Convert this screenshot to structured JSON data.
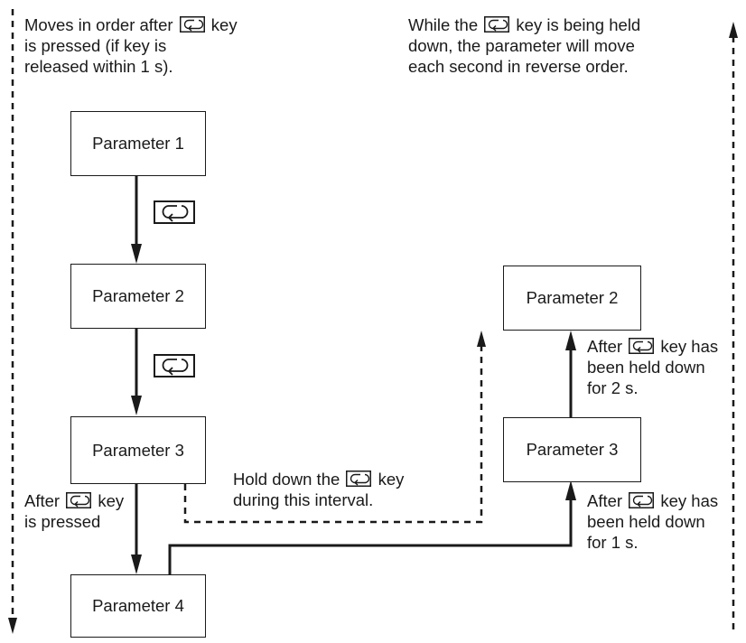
{
  "notes": {
    "forward_line1_pre": "Moves in order after",
    "forward_line1_post": "key",
    "forward_line2": "is pressed (if key is",
    "forward_line3": "released within 1 s).",
    "reverse_line1_pre": "While the",
    "reverse_line1_post": "key is being held",
    "reverse_line2": "down, the parameter will move",
    "reverse_line3": "each second in reverse order.",
    "hold_line1_pre": "Hold down the",
    "hold_line1_post": "key",
    "hold_line2": "during this interval.",
    "after_press_line1_pre": "After",
    "after_press_line1_post": "key",
    "after_press_line2": "is pressed",
    "after_2s_line1_pre": "After",
    "after_2s_line1_post": "key has",
    "after_2s_line2": "been held down",
    "after_2s_line3": "for 2 s.",
    "after_1s_line1_pre": "After",
    "after_1s_line1_post": "key has",
    "after_1s_line2": "been held down",
    "after_1s_line3": "for 1 s."
  },
  "boxes": {
    "left_p1": "Parameter 1",
    "left_p2": "Parameter 2",
    "left_p3": "Parameter 3",
    "left_p4": "Parameter 4",
    "right_p2": "Parameter 2",
    "right_p3": "Parameter 3"
  },
  "icons": {
    "key": "mode-key-icon"
  },
  "colors": {
    "ink": "#1a1a1a",
    "background": "#ffffff"
  }
}
